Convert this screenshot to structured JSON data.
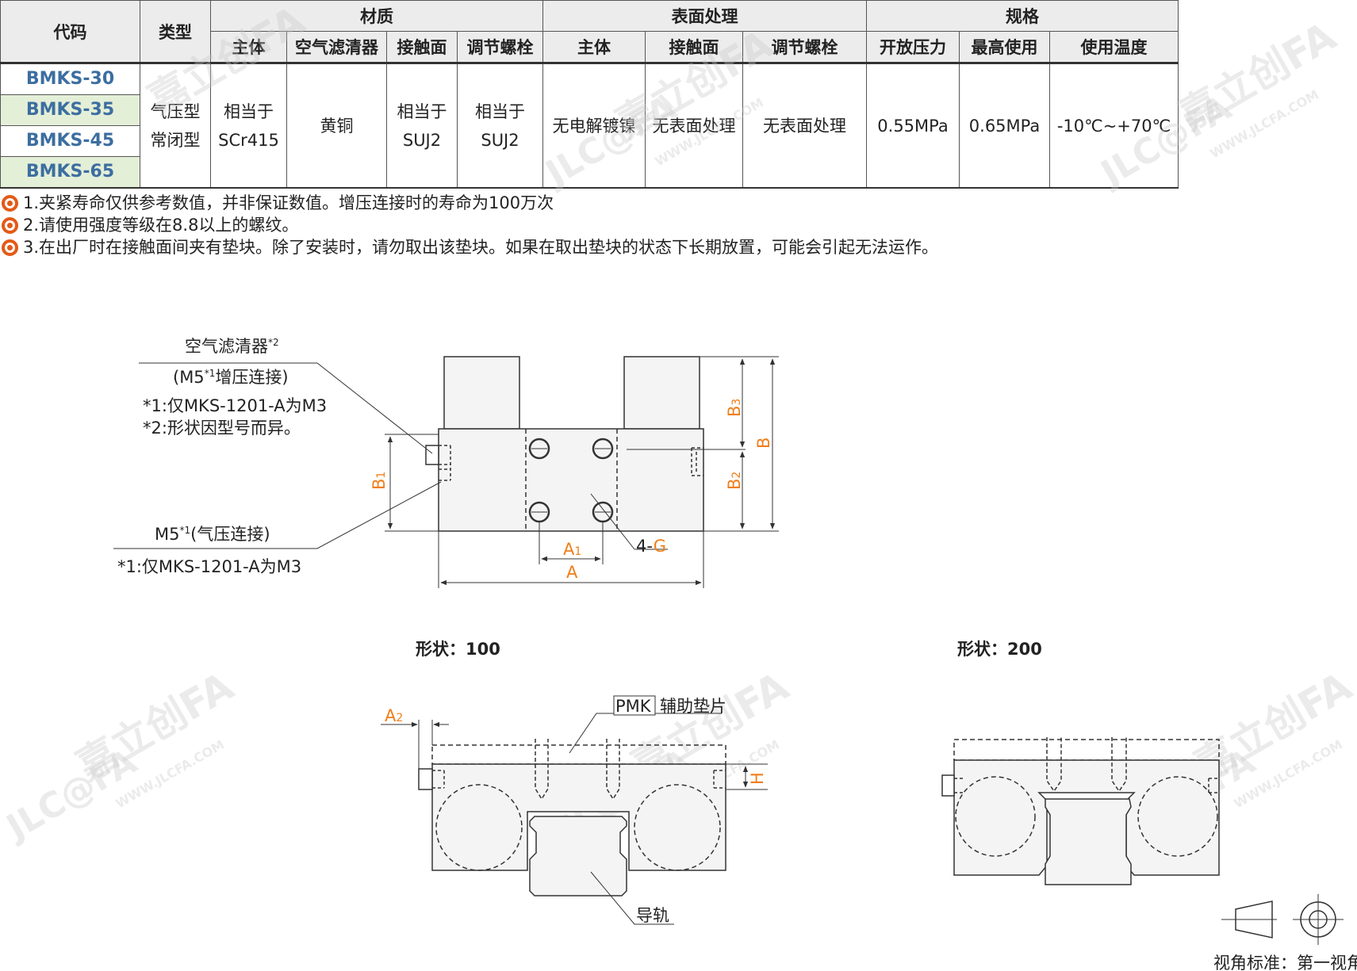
{
  "table": {
    "headers": {
      "code": "代码",
      "type": "类型",
      "material": "材质",
      "surface": "表面处理",
      "spec": "规格",
      "material_cols": [
        "主体",
        "空气滤清器",
        "接触面",
        "调节螺栓"
      ],
      "surface_cols": [
        "主体",
        "接触面",
        "调节螺栓"
      ],
      "spec_cols": [
        "开放压力",
        "最高使用",
        "使用温度"
      ]
    },
    "codes": [
      "BMKS-30",
      "BMKS-35",
      "BMKS-45",
      "BMKS-65"
    ],
    "type_line1": "气压型",
    "type_line2": "常闭型",
    "mat_body_1": "相当于",
    "mat_body_2": "SCr415",
    "mat_filter": "黄铜",
    "mat_contact_1": "相当于",
    "mat_contact_2": "SUJ2",
    "mat_bolt_1": "相当于",
    "mat_bolt_2": "SUJ2",
    "surf_body": "无电解镀镍",
    "surf_contact": "无表面处理",
    "surf_bolt": "无表面处理",
    "open_pressure": "0.55MPa",
    "max_use": "0.65MPa",
    "temperature": "-10℃~+70℃"
  },
  "notes": [
    "1.夹紧寿命仅供参考数值，并非保证数值。增压连接时的寿命为100万次",
    "2.请使用强度等级在8.8以上的螺纹。",
    "3.在出厂时在接触面间夹有垫块。除了安装时，请勿取出该垫块。如果在取出垫块的状态下长期放置，可能会引起无法运作。"
  ],
  "top_view": {
    "filter_label": "空气滤清器",
    "filter_sup": "*2",
    "filter_conn_pre": "(M5",
    "filter_conn_sup": "*1",
    "filter_conn_post": "增压连接)",
    "filter_note1": "*1:仅MKS-1201-A为M3",
    "filter_note2": "*2:形状因型号而异。",
    "air_label_pre": "M5",
    "air_label_sup": "*1",
    "air_label_post": "(气压连接)",
    "air_note": "*1:仅MKS-1201-A为M3",
    "dim_A": "A",
    "dim_A1": "A",
    "dim_A1_sub": "1",
    "dim_B": "B",
    "dim_B1": "B",
    "dim_B1_sub": "1",
    "dim_B2": "B",
    "dim_B2_sub": "2",
    "dim_B3": "B",
    "dim_B3_sub": "3",
    "holes_pre": "4-",
    "holes_dim": "G"
  },
  "shape100": {
    "title": "形状：100",
    "pmk": "PMK",
    "pmk_label": "辅助垫片",
    "rail_label": "导轨",
    "dim_A2": "A",
    "dim_A2_sub": "2",
    "dim_H": "H"
  },
  "shape200": {
    "title": "形状：200"
  },
  "view_standard": "视角标准：第一视角",
  "watermark": {
    "logo": "JLC@FA",
    "brand": "嘉立创FA",
    "url": "WWW.JLCFA.COM"
  },
  "colors": {
    "dimension": "#f07e1a",
    "bullet": "#e35a17",
    "code_text": "#3c6ea0",
    "row_highlight": "#e4efd8"
  }
}
